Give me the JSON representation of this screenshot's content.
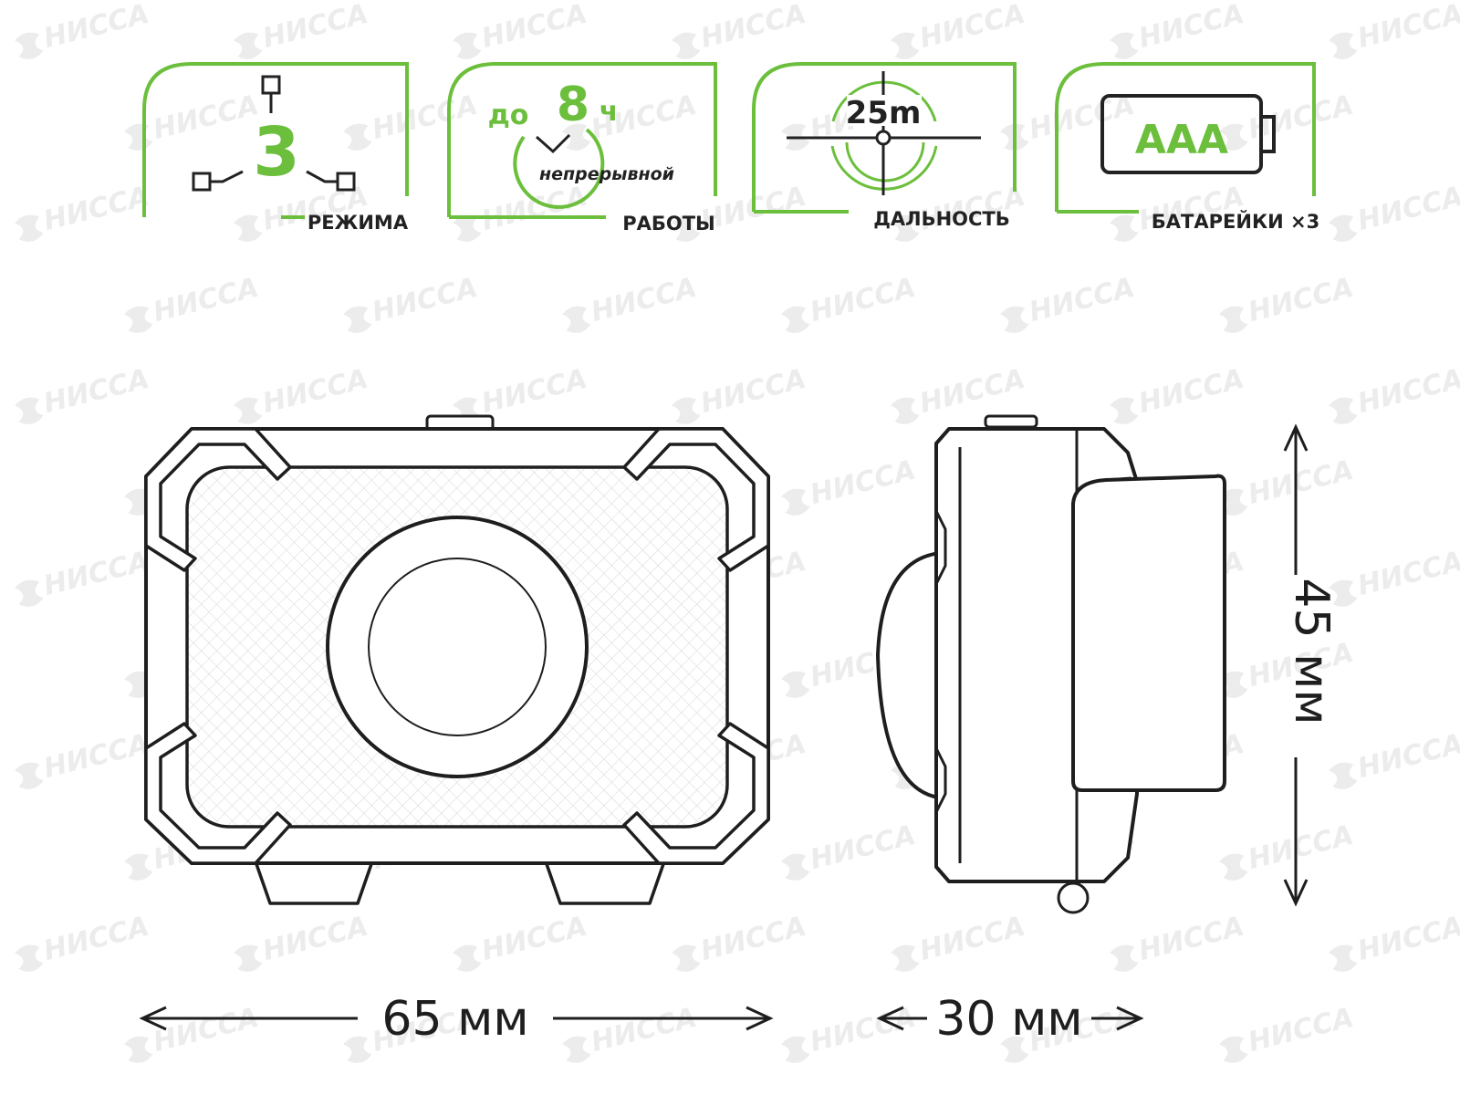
{
  "watermark": {
    "text": "НИССА"
  },
  "features": [
    {
      "id": "modes",
      "value": "3",
      "caption": "РЕЖИМА",
      "icon": "mode-tree-icon"
    },
    {
      "id": "runtime",
      "prefix": "до",
      "value": "8",
      "unit": "ч",
      "sub": "непрерывной",
      "caption": "РАБОТЫ",
      "icon": "clock-icon"
    },
    {
      "id": "range",
      "value": "25m",
      "caption": "ДАЛЬНОСТЬ",
      "icon": "crosshair-icon"
    },
    {
      "id": "battery",
      "value": "AAA",
      "caption": "БАТАРЕЙКИ ×3",
      "icon": "battery-icon"
    }
  ],
  "dimensions": {
    "width": "65 мм",
    "depth": "30 мм",
    "height": "45 мм"
  },
  "colors": {
    "accent": "#6cbf3c",
    "line": "#222222",
    "watermark": "#e9e9e9",
    "hatch": "#d8d8d8"
  }
}
